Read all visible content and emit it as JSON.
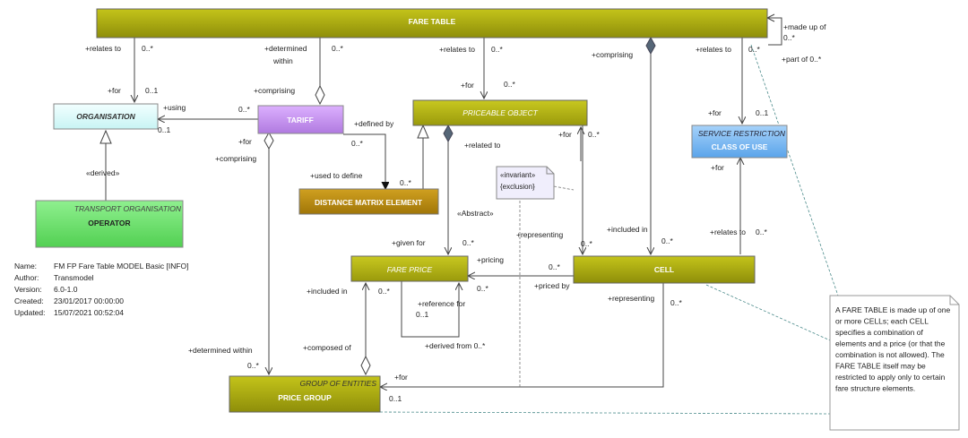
{
  "colors": {
    "olive_fill": "#aeae10",
    "olive_dark_text": "#ffffff",
    "tariff_fill": "#c896f0",
    "org_fill": "#e6ffff",
    "operator_fill": "#6fe36f",
    "service_fill": "#7ab8f0",
    "distance_fill": "#b88a12"
  },
  "classes": {
    "fare_table": {
      "name": "FARE TABLE"
    },
    "organisation": {
      "name": "ORGANISATION"
    },
    "operator": {
      "stereotype": "TRANSPORT ORGANISATION",
      "name": "OPERATOR"
    },
    "tariff": {
      "name": "TARIFF"
    },
    "priceable_object": {
      "name": "PRICEABLE OBJECT"
    },
    "service_restriction": {
      "stereotype": "SERVICE RESTRICTION",
      "name": "CLASS OF USE"
    },
    "distance_matrix": {
      "name": "DISTANCE MATRIX ELEMENT"
    },
    "fare_price": {
      "name": "FARE PRICE"
    },
    "cell": {
      "name": "CELL"
    },
    "price_group": {
      "stereotype": "GROUP OF ENTITIES",
      "name": "PRICE GROUP"
    }
  },
  "labels": {
    "ft_relates_to_org": "+relates to",
    "ft_relates_to_org_mult": "0..*",
    "org_for": "+for",
    "org_for_mult": "0..1",
    "determined_within": "+determined",
    "determined_within2": "within",
    "determined_mult": "0..*",
    "tariff_comprising": "+comprising",
    "using": "+using",
    "using_mult_top": "0..*",
    "using_mult_bottom": "0..1",
    "defined_by": "+defined by",
    "defined_by_mult": "0..*",
    "used_to_define": "+used to define",
    "used_to_define_mult": "0..*",
    "tariff_for": "+for",
    "tariff_comprising2": "+comprising",
    "derived": "«derived»",
    "po_relates_to": "+relates to",
    "po_relates_mult": "0..*",
    "po_for": "+for",
    "po_for_mult": "0..*",
    "related_to": "+related to",
    "abstract": "«Abstract»",
    "ft_comprising": "+comprising",
    "ft_relates_to_sr": "+relates to",
    "ft_relates_sr_mult": "0..*",
    "sr_for": "+for",
    "sr_for_mult": "0..1",
    "sr_for2": "+for",
    "made_up_of": "+made up of",
    "made_up_of_mult": "0..*",
    "part_of": "+part of 0..*",
    "po_cell_for": "+for",
    "po_cell_mult": "0..*",
    "invariant_line1": "«invariant»",
    "invariant_line2": "{exclusion}",
    "included_in": "+included in",
    "included_in_mult": "0..*",
    "relates_to_cell": "+relates to",
    "relates_to_cell_mult": "0..*",
    "given_for": "+given for",
    "given_for_mult": "0..*",
    "representing": "+representing",
    "representing_mult": "0..*",
    "pricing": "+pricing",
    "pricing_mult": "0..*",
    "priced_by": "+priced by",
    "priced_by_mult": "0..*",
    "fp_included_in": "+included in",
    "fp_included_mult": "0..*",
    "reference_for": "+reference for",
    "reference_mult": "0..1",
    "derived_from": "+derived from 0..*",
    "composed_of": "+composed of",
    "cell_representing": "+representing",
    "cell_representing_mult": "0..*",
    "pg_determined_within": "+determined within",
    "pg_determined_mult": "0..*",
    "pg_for": "+for",
    "pg_for_mult": "0..1"
  },
  "info": {
    "name_label": "Name:",
    "name_value": "FM FP Fare Table MODEL Basic [INFO]",
    "author_label": "Author:",
    "author_value": "Transmodel",
    "version_label": "Version:",
    "version_value": "6.0-1.0",
    "created_label": "Created:",
    "created_value": "23/01/2017 00:00:00",
    "updated_label": "Updated:",
    "updated_value": "15/07/2021 00:52:04"
  },
  "note": {
    "lines": [
      "A FARE TABLE is made up of one",
      "or more CELLs; each CELL",
      "specifies a combination of",
      "elements and a price (or that the",
      "combination is not allowed).  The",
      "FARE TABLE itself may be",
      "restricted to apply only to certain",
      "fare structure elements."
    ]
  }
}
